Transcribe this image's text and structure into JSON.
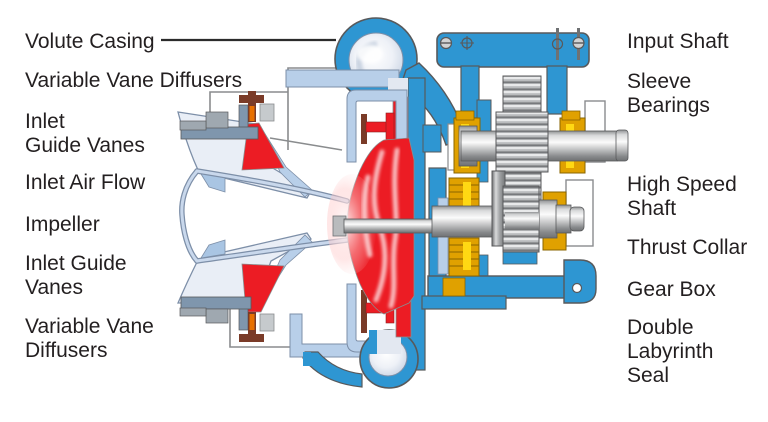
{
  "labels": {
    "left": [
      {
        "id": "volute-casing",
        "text": "Volute Casing"
      },
      {
        "id": "variable-vane-diffusers-top",
        "text": "Variable Vane Diffusers"
      },
      {
        "id": "inlet-guide-vanes-top",
        "text": "Inlet\nGuide Vanes"
      },
      {
        "id": "inlet-air-flow",
        "text": "Inlet Air Flow"
      },
      {
        "id": "impeller",
        "text": "Impeller"
      },
      {
        "id": "inlet-guide-vanes-bottom",
        "text": "Inlet Guide\nVanes"
      },
      {
        "id": "variable-vane-diffusers-bottom",
        "text": "Variable Vane\nDiffusers"
      }
    ],
    "right": [
      {
        "id": "input-shaft",
        "text": "Input Shaft"
      },
      {
        "id": "sleeve-bearings",
        "text": "Sleeve\nBearings"
      },
      {
        "id": "high-speed-shaft",
        "text": "High Speed\nShaft"
      },
      {
        "id": "thrust-collar",
        "text": "Thrust Collar"
      },
      {
        "id": "gear-box",
        "text": "Gear Box"
      },
      {
        "id": "double-labyrinth-seal",
        "text": "Double\nLabyrinth\nSeal"
      }
    ]
  },
  "colors": {
    "background": "#ffffff",
    "text": "#231f20",
    "casing_blue": "#2e96d2",
    "light_blue": "#b8cfe9",
    "pale_blue": "#e9eef6",
    "diffuser_red": "#ec1c24",
    "bearing_gold": "#e0a100",
    "accent_yellow": "#ffd813",
    "metal_gray": "#a7a9ac",
    "outline_gray": "#58595b",
    "actuator_orange": "#e87000",
    "actuator_brown": "#7a3b28"
  }
}
